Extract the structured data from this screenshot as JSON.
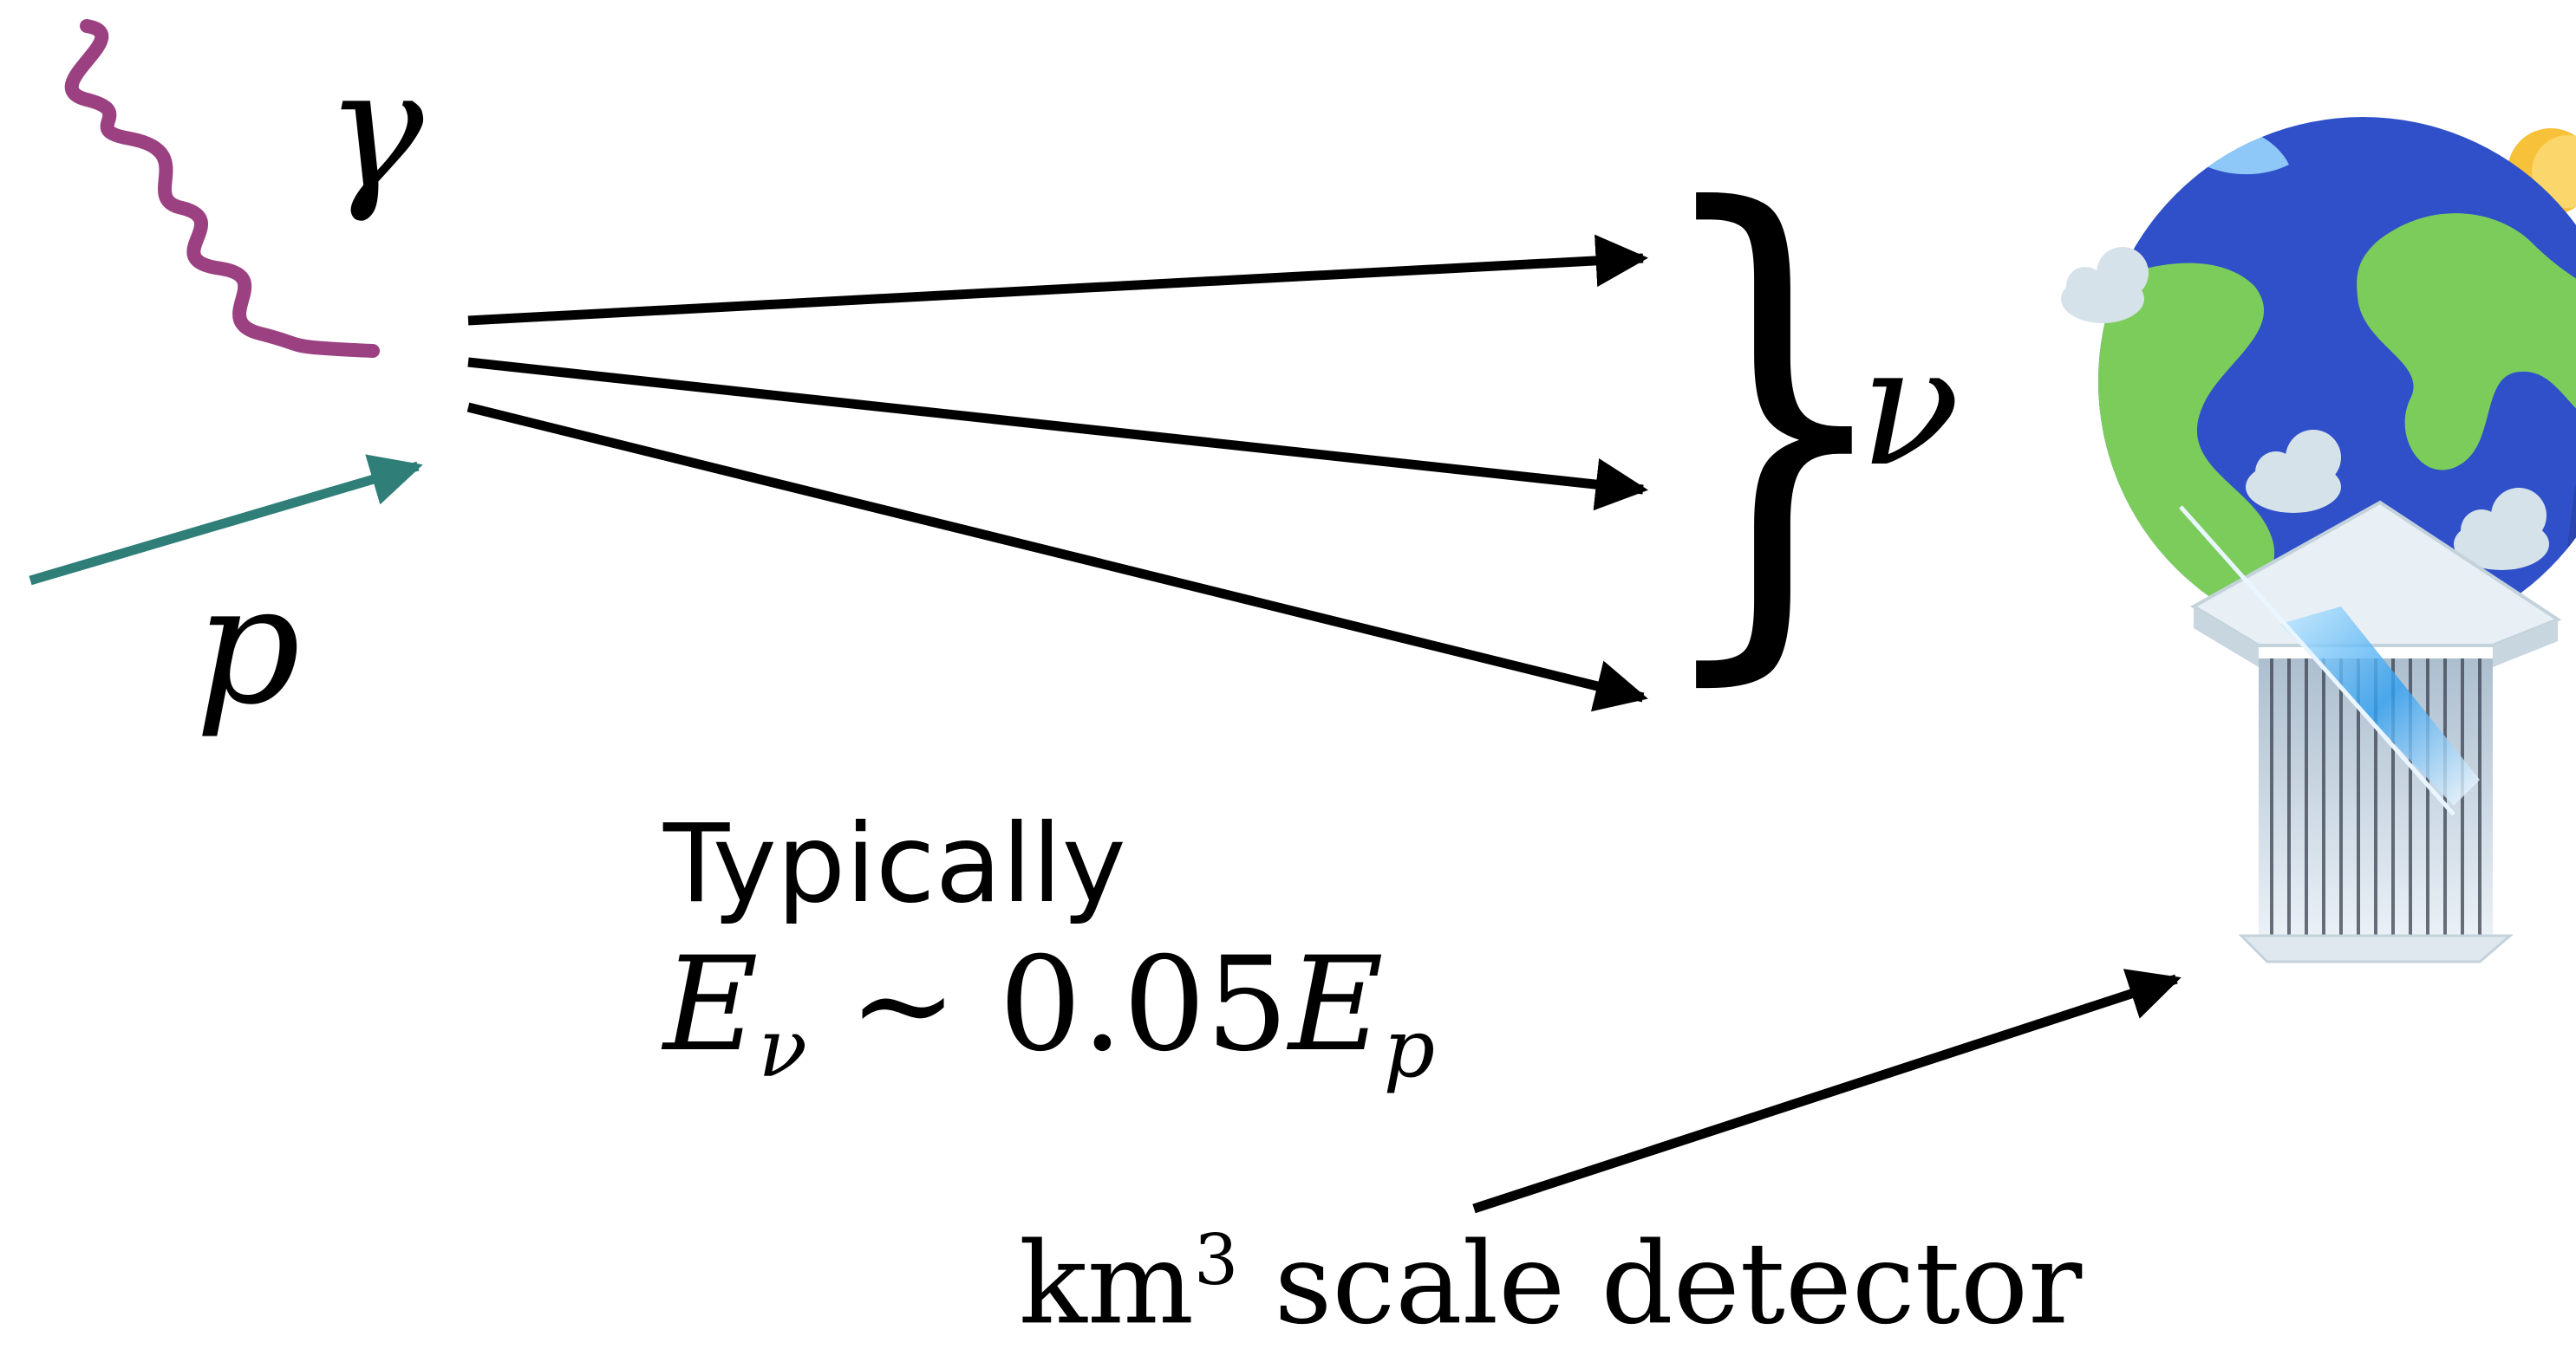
{
  "labels": {
    "photon_symbol": "γ",
    "proton_symbol": "p",
    "neutrino_symbol": "ν",
    "brace": "}",
    "typically": "Typically",
    "energy_lhs_base": "E",
    "energy_lhs_sub": "ν",
    "energy_relation": "∼ 0.05",
    "energy_rhs_base": "E",
    "energy_rhs_sub": "p",
    "detector_unit": "km",
    "detector_exp": "3",
    "detector_rest": "scale detector"
  },
  "colors": {
    "photon": "#9b4182",
    "proton": "#2f7e78",
    "arrow": "#000000",
    "ocean": "#2f50c8",
    "land": "#7ccc5c",
    "cloud": "#d6e2ea",
    "sun": "#f7c239",
    "detector_glow": "#3aa6ee",
    "detector_box": "#dfe8ee"
  },
  "icons": {
    "earth": "earth-globe-icon",
    "sun": "sun-icon",
    "cloud": "cloud-icon",
    "detector": "neutrino-detector-icon"
  }
}
